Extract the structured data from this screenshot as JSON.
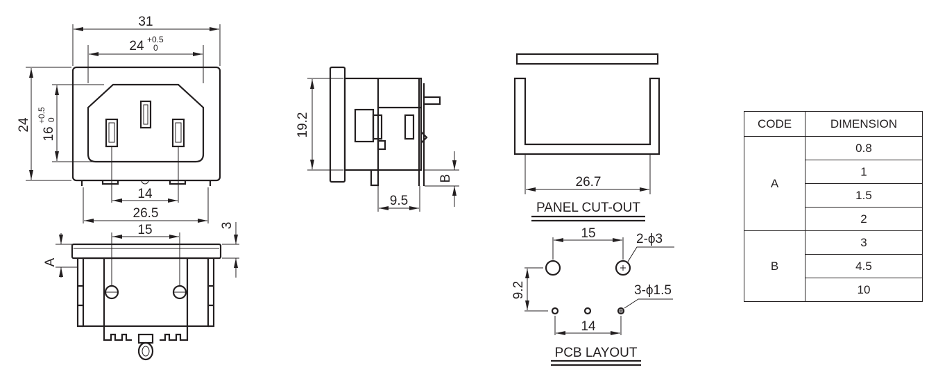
{
  "front_view": {
    "width_total": "31",
    "opening_width": "24",
    "opening_width_tol_upper": "+0.5",
    "opening_width_tol_lower": "0",
    "height_total": "24",
    "opening_height": "16",
    "opening_height_tol_upper": "+0.5",
    "opening_height_tol_lower": "0",
    "pin_spacing": "14",
    "base_width": "26.5"
  },
  "bottom_view": {
    "screw_spacing": "15",
    "flange_thickness": "3",
    "dim_a": "A"
  },
  "side_view": {
    "height": "19.2",
    "pin_offset": "9.5",
    "dim_b": "B"
  },
  "panel_cutout": {
    "width": "26.7",
    "label": "PANEL CUT-OUT"
  },
  "pcb_layout": {
    "large_hole_spacing": "15",
    "row_spacing": "9.2",
    "small_hole_spacing": "14",
    "large_hole_note": "2-ϕ3",
    "small_hole_note": "3-ϕ1.5",
    "label": "PCB LAYOUT"
  },
  "dimension_table": {
    "headers": [
      "CODE",
      "DIMENSION"
    ],
    "groups": [
      {
        "code": "A",
        "values": [
          "0.8",
          "1",
          "1.5",
          "2"
        ]
      },
      {
        "code": "B",
        "values": [
          "3",
          "4.5",
          "10"
        ]
      }
    ]
  }
}
